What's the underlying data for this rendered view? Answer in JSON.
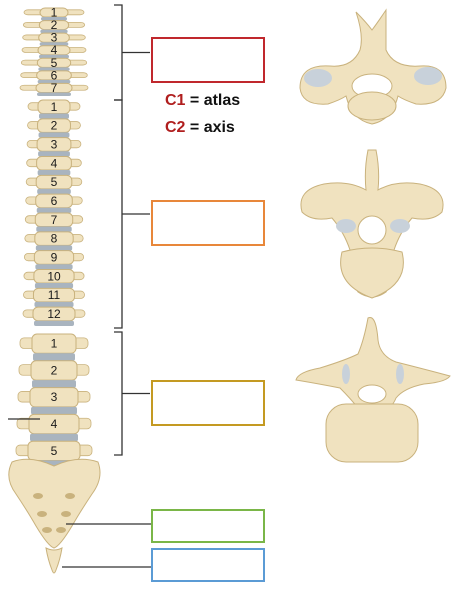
{
  "colors": {
    "bone": "#f0e2bf",
    "bone_edge": "#c9b27d",
    "disc": "#a9b4bf",
    "cartilage": "#c8d1da",
    "cervical_box": "#c0282d",
    "thoracic_box": "#e8873a",
    "lumbar_box": "#c49a22",
    "sacrum_box": "#7ab648",
    "coccyx_box": "#5b9bd5",
    "label_red": "#b01e1e"
  },
  "spine": {
    "cervical_numbers": [
      "1",
      "2",
      "3",
      "4",
      "5",
      "6",
      "7"
    ],
    "thoracic_numbers": [
      "1",
      "2",
      "3",
      "4",
      "5",
      "6",
      "7",
      "8",
      "9",
      "10",
      "11",
      "12"
    ],
    "lumbar_numbers": [
      "1",
      "2",
      "3",
      "4",
      "5"
    ]
  },
  "label_boxes": [
    {
      "id": "cervical",
      "color_key": "cervical_box"
    },
    {
      "id": "thoracic",
      "color_key": "thoracic_box"
    },
    {
      "id": "lumbar",
      "color_key": "lumbar_box"
    },
    {
      "id": "sacrum",
      "color_key": "sacrum_box"
    },
    {
      "id": "coccyx",
      "color_key": "coccyx_box"
    }
  ],
  "annotations": {
    "c1_code": "C1",
    "c1_text": " = atlas",
    "c2_code": "C2",
    "c2_text": " = axis"
  },
  "vertebra_views": [
    {
      "id": "cervical-vertebra-top-view"
    },
    {
      "id": "thoracic-vertebra-top-view"
    },
    {
      "id": "lumbar-vertebra-top-view"
    }
  ]
}
